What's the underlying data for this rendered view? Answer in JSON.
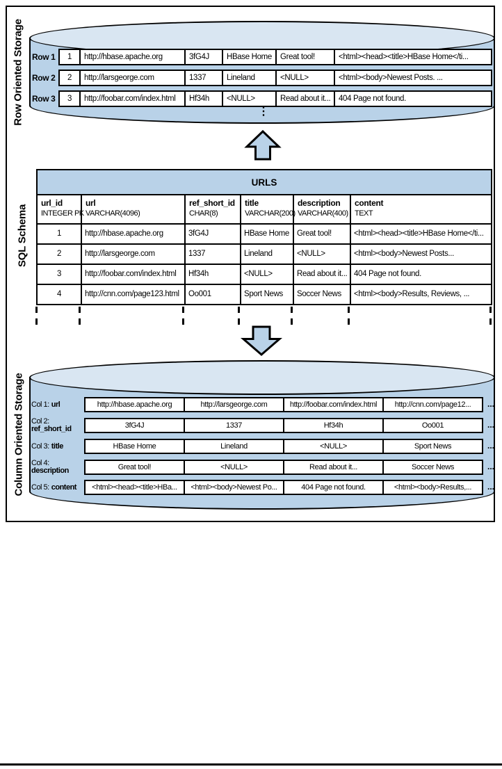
{
  "colors": {
    "cylinder_fill": "#b9d2e8",
    "cylinder_top_fill": "#d9e6f2",
    "outline": "#000000",
    "cell_fill": "#ffffff"
  },
  "row_storage": {
    "label": "Row Oriented Storage",
    "continuation": "⋮",
    "rows": [
      {
        "label": "Row 1",
        "cells": [
          "1",
          "http://hbase.apache.org",
          "3fG4J",
          "HBase Home",
          "Great tool!",
          "<html><head><title>HBase Home</ti..."
        ]
      },
      {
        "label": "Row 2",
        "cells": [
          "2",
          "http://larsgeorge.com",
          "1337",
          "Lineland",
          "<NULL>",
          "<html><body>Newest Posts. ..."
        ]
      },
      {
        "label": "Row 3",
        "cells": [
          "3",
          "http://foobar.com/index.html",
          "Hf34h",
          "<NULL>",
          "Read about it...",
          "404 Page not found."
        ]
      }
    ]
  },
  "sql_schema": {
    "label": "SQL Schema",
    "table_title": "URLS",
    "columns": [
      {
        "name": "url_id",
        "type": "INTEGER PK"
      },
      {
        "name": "url",
        "type": "VARCHAR(4096)"
      },
      {
        "name": "ref_short_id",
        "type": "CHAR(8)"
      },
      {
        "name": "title",
        "type": "VARCHAR(200)"
      },
      {
        "name": "description",
        "type": "VARCHAR(400)"
      },
      {
        "name": "content",
        "type": "TEXT"
      }
    ],
    "rows": [
      [
        "1",
        "http://hbase.apache.org",
        "3fG4J",
        "HBase Home",
        "Great tool!",
        "<html><head><title>HBase Home</ti..."
      ],
      [
        "2",
        "http://larsgeorge.com",
        "1337",
        "Lineland",
        "<NULL>",
        "<html><body>Newest Posts..."
      ],
      [
        "3",
        "http://foobar.com/index.html",
        "Hf34h",
        "<NULL>",
        "Read about it...",
        "404 Page not found."
      ],
      [
        "4",
        "http://cnn.com/page123.html",
        "Oo001",
        "Sport News",
        "Soccer News",
        "<html><body>Results, Reviews, ..."
      ]
    ]
  },
  "column_storage": {
    "label": "Column Oriented Storage",
    "rows": [
      {
        "label_prefix": "Col 1:",
        "label_name": "url",
        "cells": [
          "http://hbase.apache.org",
          "http://larsgeorge.com",
          "http://foobar.com/index.html",
          "http://cnn.com/page12..."
        ],
        "more": "..."
      },
      {
        "label_prefix": "Col 2:",
        "label_name": "ref_short_id",
        "cells": [
          "3fG4J",
          "1337",
          "Hf34h",
          "Oo001"
        ],
        "more": "..."
      },
      {
        "label_prefix": "Col 3:",
        "label_name": "title",
        "cells": [
          "HBase Home",
          "Lineland",
          "<NULL>",
          "Sport News"
        ],
        "more": "..."
      },
      {
        "label_prefix": "Col 4:",
        "label_name": "description",
        "cells": [
          "Great tool!",
          "<NULL>",
          "Read about it...",
          "Soccer News"
        ],
        "more": "..."
      },
      {
        "label_prefix": "Col 5:",
        "label_name": "content",
        "cells": [
          "<html><head><title>HBa...",
          "<html><body>Newest Po...",
          "404 Page not found.",
          "<html><body>Results,..."
        ],
        "more": "..."
      }
    ]
  }
}
